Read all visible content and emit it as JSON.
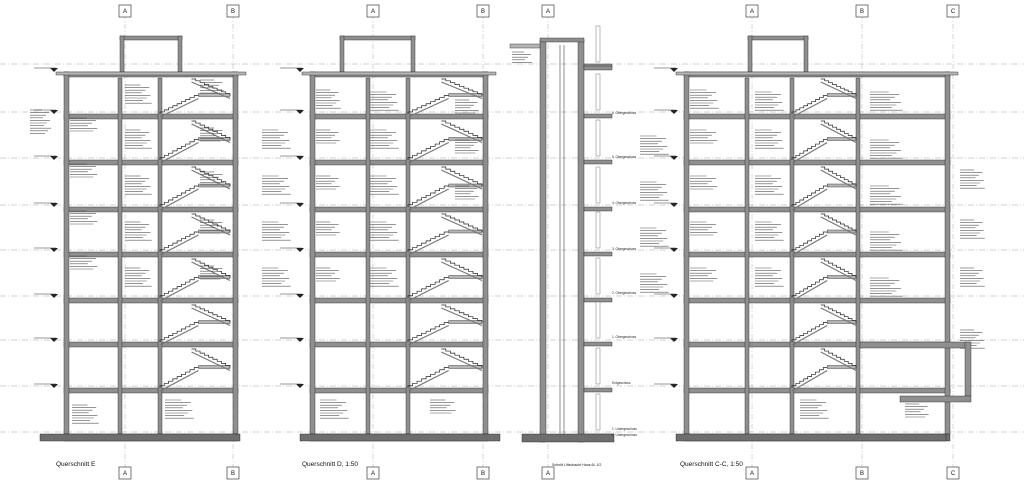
{
  "drawings": [
    {
      "id": "E",
      "title": "Querschnitt E",
      "axes": [
        "A",
        "B"
      ]
    },
    {
      "id": "D",
      "title": "Querschnitt D, 1:50",
      "axes": [
        "A",
        "B"
      ]
    },
    {
      "id": "lift",
      "title": "Schnitt Liftschacht Haus 6L 1/2",
      "axes": [
        "A"
      ]
    },
    {
      "id": "CC",
      "title": "Querschnitt C-C, 1:50",
      "axes": [
        "A",
        "B",
        "C"
      ]
    }
  ],
  "level_labels": [
    "6. Obergeschoss",
    "5. Obergeschoss",
    "4. Obergeschoss",
    "3. Obergeschoss",
    "2. Obergeschoss",
    "1. Obergeschoss",
    "Erdgeschoss",
    "1. Untergeschoss",
    "2. Untergeschoss"
  ],
  "colors": {
    "line": "#222222",
    "wall": "#8f8f8f",
    "wall_dark": "#6e6e6e",
    "hatch": "#b5b5b5",
    "grid": "#9a9a9a",
    "paper": "#ffffff"
  }
}
